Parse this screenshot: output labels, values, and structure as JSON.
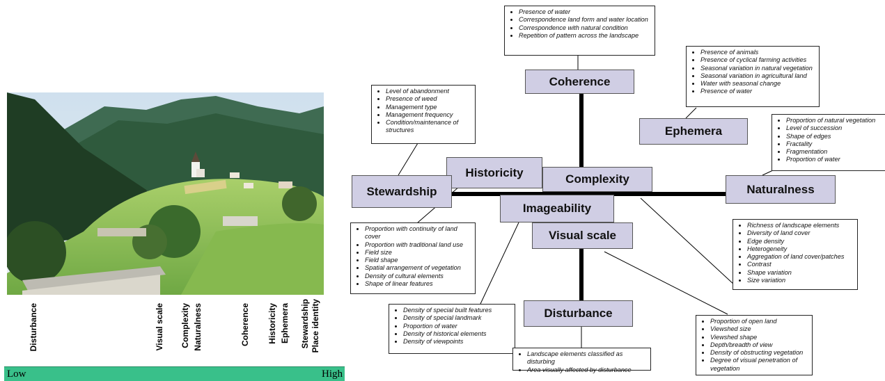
{
  "photo": {
    "name": "alpine-valley-village-photo"
  },
  "scale_labels": [
    {
      "text": "Disturbance"
    },
    {
      "text": "Visual scale"
    },
    {
      "text": "Complexity"
    },
    {
      "text": "Naturalness"
    },
    {
      "text": "Coherence"
    },
    {
      "text": "Historicity"
    },
    {
      "text": "Ephemera"
    },
    {
      "text": "Stewardship"
    },
    {
      "text": "Place identity"
    }
  ],
  "scale_bar": {
    "low": "Low",
    "high": "High",
    "color": "#39c08a"
  },
  "concepts": {
    "coherence": "Coherence",
    "ephemera": "Ephemera",
    "historicity": "Historicity",
    "complexity": "Complexity",
    "stewardship": "Stewardship",
    "naturalness": "Naturalness",
    "imageability": "Imageability",
    "visual_scale": "Visual scale",
    "disturbance": "Disturbance"
  },
  "lists": {
    "coherence": [
      "Presence of water",
      "Correspondence land form and water location",
      "Correspondence with natural condition",
      "Repetition of pattern across the landscape"
    ],
    "ephemera": [
      "Presence of animals",
      "Presence of cyclical farming activities",
      "Seasonal variation in natural vegetation",
      "Seasonal variation in agricultural land",
      "Water with seasonal change",
      "Presence of water"
    ],
    "stewardship": [
      "Level of abandonment",
      "Presence of weed",
      "Management type",
      "Management frequency",
      "Condition/maintenance of structures"
    ],
    "naturalness": [
      "Proportion of natural vegetation",
      "Level of succession",
      "Shape of edges",
      "Fractality",
      "Fragmentation",
      "Proportion of water"
    ],
    "historicity": [
      "Proportion with continuity of land cover",
      "Proportion with traditional land use",
      "Field size",
      "Field shape",
      "Spatial arrangement of vegetation",
      "Density of cultural elements",
      "Shape of linear features"
    ],
    "complexity": [
      "Richness of landscape elements",
      "Diversity of land cover",
      "Edge density",
      "Heterogeneity",
      "Aggregation of land cover/patches",
      "Contrast",
      "Shape variation",
      "Size variation"
    ],
    "imageability": [
      "Density of special built features",
      "Density of special landmark",
      "Proportion of water",
      "Density of historical elements",
      "Density of viewpoints"
    ],
    "visual_scale": [
      "Proportion of open land",
      "Viewshed size",
      "Viewshed shape",
      "Depth/breadth of view",
      "Density of obstructing vegetation",
      "Degree of visual penetration of vegetation"
    ],
    "disturbance": [
      "Landscape elements classified as disturbing",
      "Area visually affected by disturbance"
    ]
  }
}
